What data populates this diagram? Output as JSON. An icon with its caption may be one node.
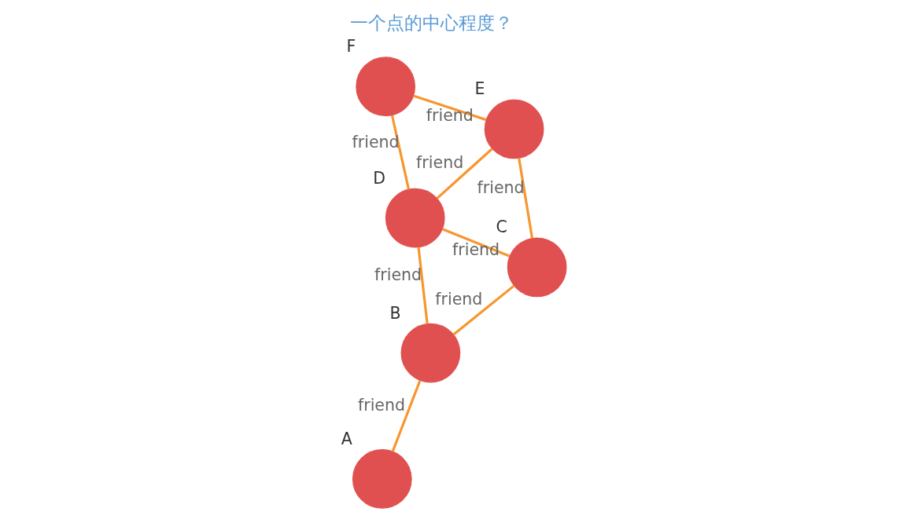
{
  "diagram": {
    "title": "一个点的中心程度？",
    "nodes": [
      {
        "text": [],
        "shape": "circle",
        "beside": [
          "A"
        ]
      },
      {
        "text": [],
        "shape": "circle",
        "beside": [
          "B"
        ]
      },
      {
        "text": [],
        "shape": "circle",
        "beside": [
          "C"
        ]
      },
      {
        "text": [],
        "shape": "circle",
        "beside": [
          "D"
        ]
      },
      {
        "text": [],
        "shape": "circle",
        "beside": [
          "E"
        ]
      },
      {
        "text": [],
        "shape": "circle",
        "beside": [
          "F"
        ]
      }
    ],
    "edges": [
      {
        "from": 0,
        "to": 1,
        "arrow": "none",
        "label": "friend"
      },
      {
        "from": 1,
        "to": 2,
        "arrow": "none",
        "label": "friend"
      },
      {
        "from": 2,
        "to": 4,
        "arrow": "none",
        "label": "friend"
      },
      {
        "from": 2,
        "to": 3,
        "arrow": "none",
        "label": "friend"
      },
      {
        "from": 4,
        "to": 3,
        "arrow": "none",
        "label": "friend"
      },
      {
        "from": 4,
        "to": 5,
        "arrow": "none",
        "label": "friend"
      },
      {
        "from": 1,
        "to": 3,
        "arrow": "none",
        "label": "friend"
      },
      {
        "from": 3,
        "to": 5,
        "arrow": "none",
        "label": "friend"
      }
    ]
  }
}
